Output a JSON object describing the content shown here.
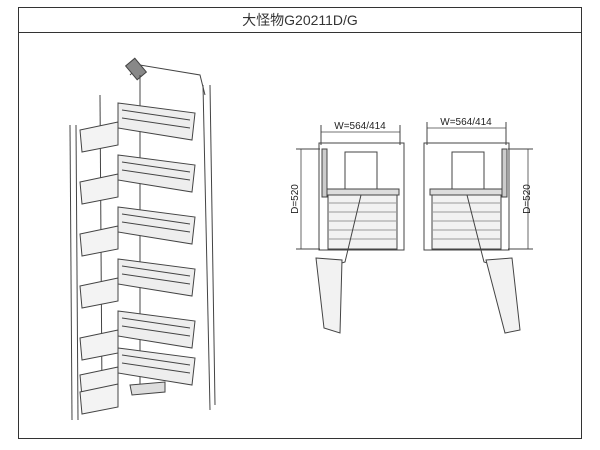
{
  "title": "大怪物G20211D/G",
  "plan_left": {
    "width_label": "W=564/414",
    "depth_label": "D=520"
  },
  "plan_right": {
    "width_label": "W=564/414",
    "depth_label": "D=520"
  }
}
